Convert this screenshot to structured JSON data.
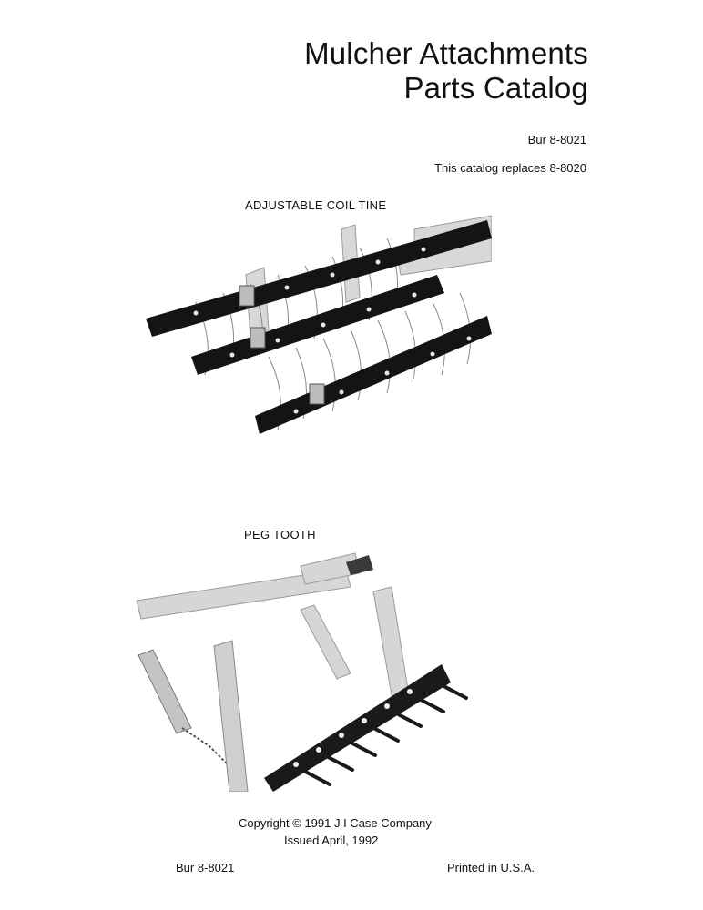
{
  "header": {
    "title_line1": "Mulcher Attachments",
    "title_line2": "Parts Catalog",
    "doc_number": "Bur 8-8021",
    "replaces": "This catalog replaces 8-8020"
  },
  "figures": [
    {
      "label": "ADJUSTABLE COIL TINE"
    },
    {
      "label": "PEG TOOTH"
    }
  ],
  "footer": {
    "copyright": "Copyright © 1991 J I Case Company",
    "issued": "Issued April, 1992",
    "doc_number": "Bur 8-8021",
    "printed": "Printed in U.S.A."
  }
}
